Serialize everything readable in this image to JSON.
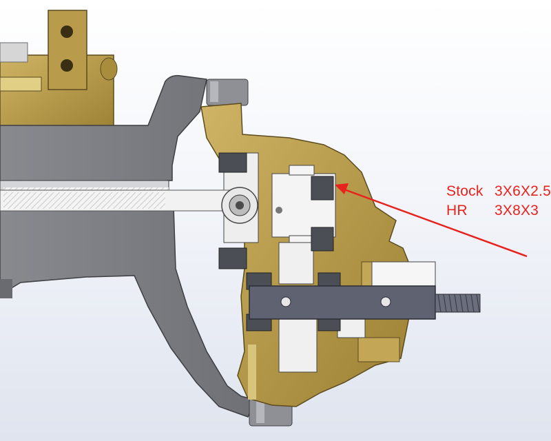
{
  "callout": {
    "stock_label": "Stock",
    "stock_value": "3X6X2.5",
    "hr_label": "HR",
    "hr_value": "3X8X3"
  },
  "colors": {
    "annotation": "#e8231d",
    "housing_gray": "#77787c",
    "brass": "#b29748",
    "bearing": "#4c4e55",
    "shaft": "#5e6271",
    "white_part": "#f2f2f2"
  }
}
